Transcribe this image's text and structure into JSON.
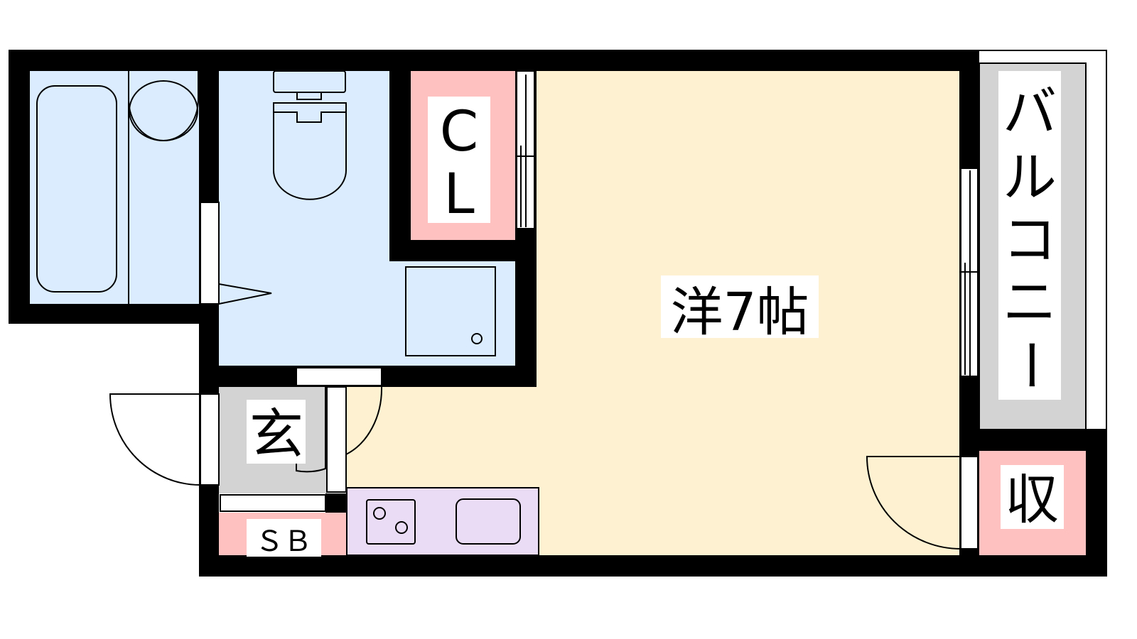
{
  "floorplan": {
    "rooms": {
      "western_room": "洋7帖",
      "closet": [
        "C",
        "L"
      ],
      "balcony": [
        "バ",
        "ル",
        "コ",
        "ニ",
        "ー"
      ],
      "storage": "収",
      "entrance": "玄",
      "shoe_box": "ＳＢ"
    },
    "colors": {
      "wall": "#000000",
      "wet_area": "#dbecff",
      "closet": "#ffc0c0",
      "room": "#fdf1d2",
      "kitchen": "#ebdcf5",
      "balcony": "#d3d3d3"
    }
  }
}
